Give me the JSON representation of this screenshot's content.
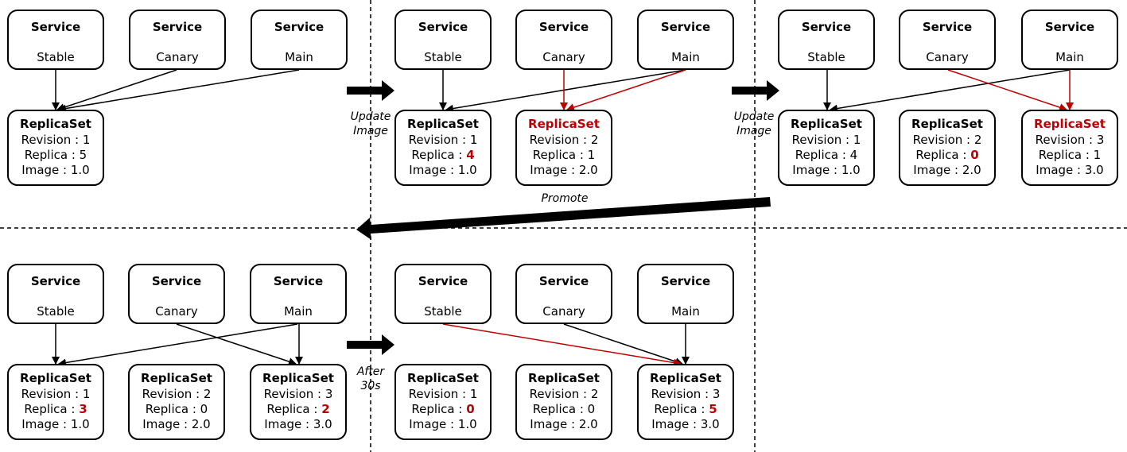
{
  "colors": {
    "highlight": "#c00000",
    "line": "#000000"
  },
  "service": {
    "title": "Service",
    "stable": "Stable",
    "canary": "Canary",
    "main": "Main"
  },
  "replicaset": {
    "title": "ReplicaSet",
    "revision_label": "Revision : ",
    "replica_label": "Replica : ",
    "image_label": "Image : "
  },
  "notes": {
    "update_image_line1": "Update",
    "update_image_line2": "Image",
    "promote": "Promote",
    "after_line1": "After",
    "after_line2": "30s"
  },
  "panels": [
    {
      "id": "p1",
      "replicasets": [
        {
          "revision": "1",
          "replica": "5",
          "image": "1.0"
        }
      ]
    },
    {
      "id": "p2",
      "replicasets": [
        {
          "revision": "1",
          "replica": "4",
          "image": "1.0"
        },
        {
          "revision": "2",
          "replica": "1",
          "image": "2.0"
        }
      ]
    },
    {
      "id": "p3",
      "replicasets": [
        {
          "revision": "1",
          "replica": "4",
          "image": "1.0"
        },
        {
          "revision": "2",
          "replica": "0",
          "image": "2.0"
        },
        {
          "revision": "3",
          "replica": "1",
          "image": "3.0"
        }
      ]
    },
    {
      "id": "p4",
      "replicasets": [
        {
          "revision": "1",
          "replica": "3",
          "image": "1.0"
        },
        {
          "revision": "2",
          "replica": "0",
          "image": "2.0"
        },
        {
          "revision": "3",
          "replica": "2",
          "image": "3.0"
        }
      ]
    },
    {
      "id": "p5",
      "replicasets": [
        {
          "revision": "1",
          "replica": "0",
          "image": "1.0"
        },
        {
          "revision": "2",
          "replica": "0",
          "image": "2.0"
        },
        {
          "revision": "3",
          "replica": "5",
          "image": "3.0"
        }
      ]
    }
  ]
}
